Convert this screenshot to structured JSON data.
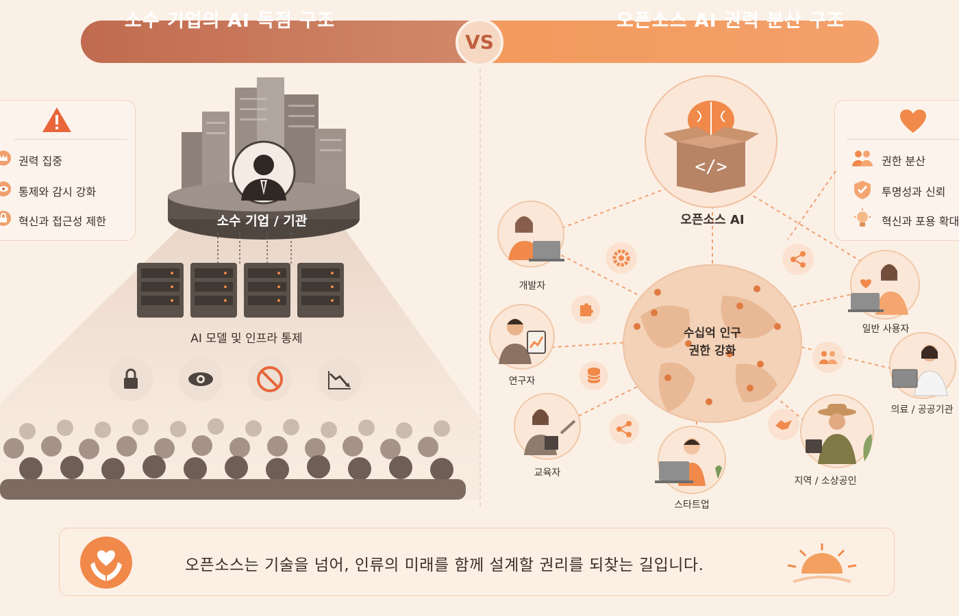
{
  "header": {
    "left_title": "소수 기업의 AI 독점 구조",
    "vs": "VS",
    "right_title": "오픈소스 AI 권력 분산 구조"
  },
  "left_card": {
    "items": [
      "권력 집중",
      "통제와 감시 강화",
      "혁신과 접근성 제한"
    ]
  },
  "right_card": {
    "items": [
      "권한 분산",
      "투명성과 신뢰",
      "혁신과 포용 확대"
    ]
  },
  "left_diagram": {
    "disc_label": "소수 기업 / 기관",
    "server_label": "AI 모델 및 인프라 통제"
  },
  "right_diagram": {
    "hub_label": "오픈소스 AI",
    "globe_line1": "수십억 인구",
    "globe_line2": "권한 강화",
    "nodes": [
      "개발자",
      "연구자",
      "교육자",
      "스타트업",
      "지역 / 소상공인",
      "의료 / 공공기관",
      "일반 사용자"
    ]
  },
  "footer": {
    "text": "오픈소스는 기술을 넘어, 인류의 미래를 함께 설계할 권리를 되찾는 길입니다."
  },
  "colors": {
    "accent": "#f0894a",
    "brown": "#c06b4f",
    "background": "#fbf0e6"
  }
}
